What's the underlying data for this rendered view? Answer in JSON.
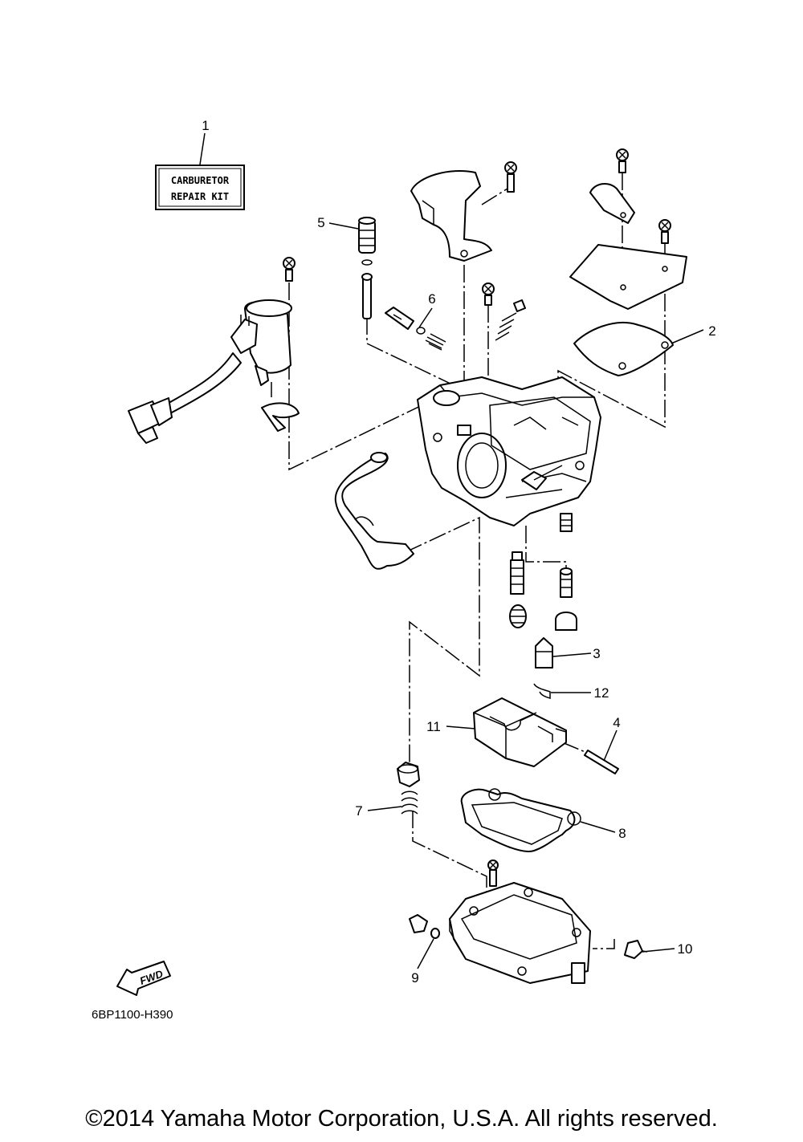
{
  "kit_label": {
    "line1": "CARBURETOR",
    "line2": "REPAIR KIT"
  },
  "callouts": [
    "1",
    "2",
    "3",
    "4",
    "5",
    "6",
    "7",
    "8",
    "9",
    "10",
    "11",
    "12"
  ],
  "fwd_arrow_label": "FWD",
  "diagram_code": "6BP1100-H390",
  "copyright": "©2014 Yamaha Motor Corporation, U.S.A. All rights reserved."
}
